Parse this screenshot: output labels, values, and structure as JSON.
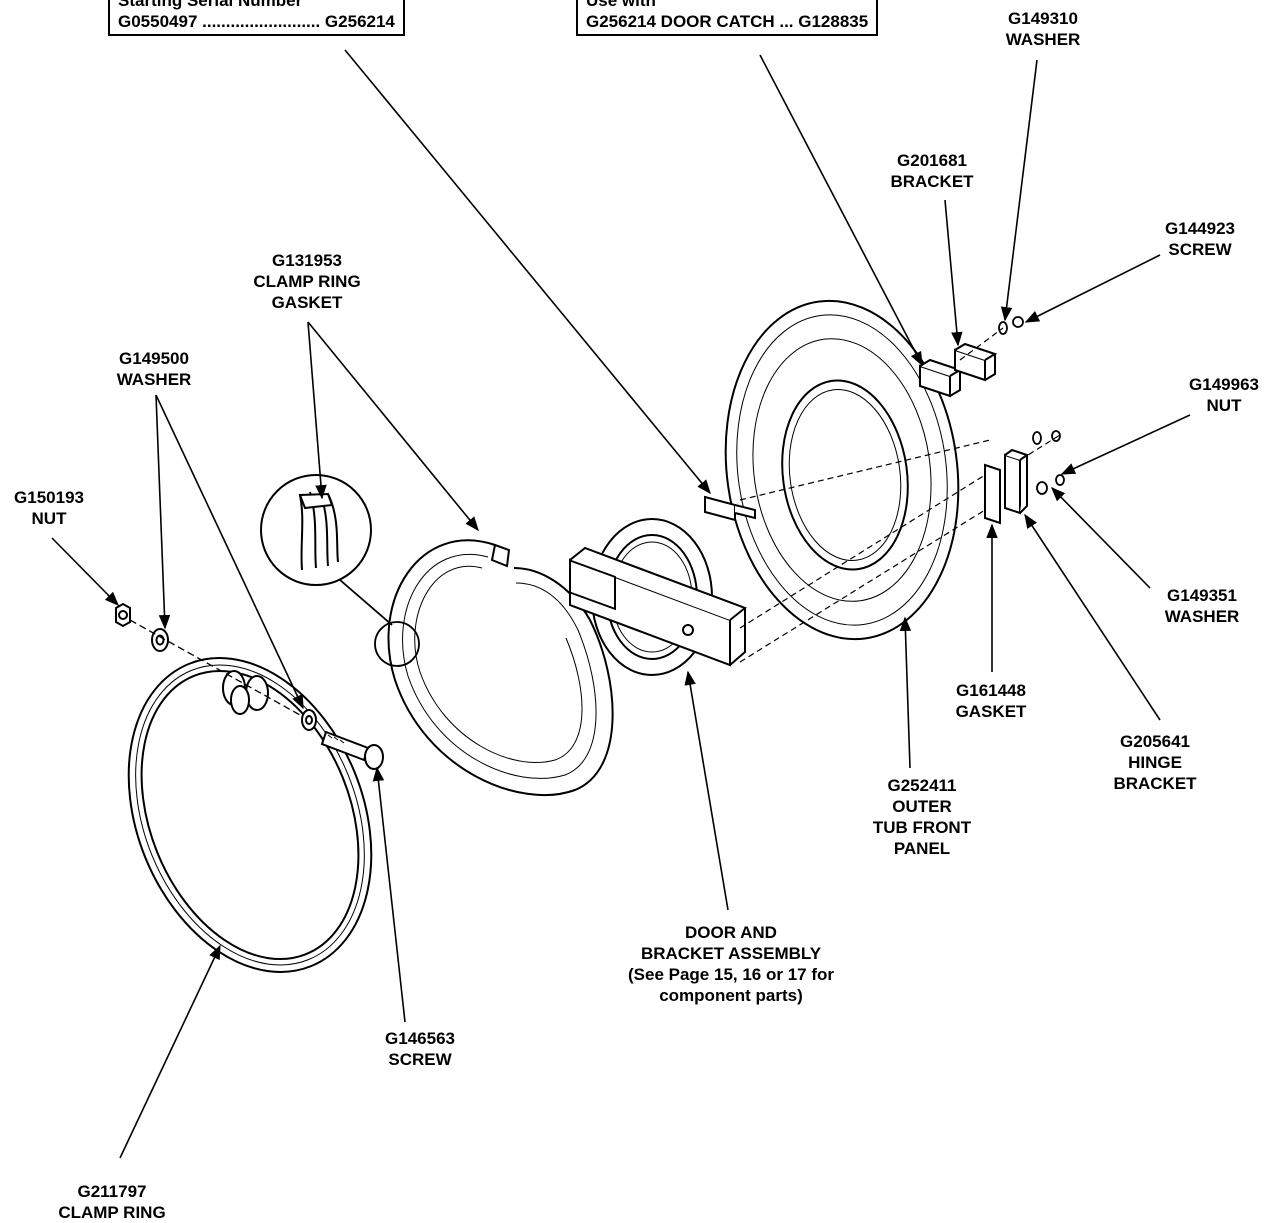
{
  "callout_boxes": {
    "serial": {
      "line1": "Starting Serial Number",
      "line2": "G0550497 ......................... G256214"
    },
    "catch": {
      "line1": "Use with",
      "line2": "G256214 DOOR CATCH ... G128835"
    }
  },
  "labels": {
    "washer_g149310": [
      "G149310",
      "WASHER"
    ],
    "bracket_g201681": [
      "G201681",
      "BRACKET"
    ],
    "screw_g144923": [
      "G144923",
      "SCREW"
    ],
    "gasket_g131953": [
      "G131953",
      "CLAMP RING",
      "GASKET"
    ],
    "washer_g149500": [
      "G149500",
      "WASHER"
    ],
    "nut_g149963": [
      "G149963",
      "NUT"
    ],
    "nut_g150193": [
      "G150193",
      "NUT"
    ],
    "washer_g149351": [
      "G149351",
      "WASHER"
    ],
    "gasket_g161448": [
      "G161448",
      "GASKET"
    ],
    "hinge_g205641": [
      "G205641",
      "HINGE",
      "BRACKET"
    ],
    "panel_g252411": [
      "G252411",
      "OUTER",
      "TUB FRONT",
      "PANEL"
    ],
    "door_assembly": [
      "DOOR AND",
      "BRACKET ASSEMBLY",
      "(See Page 15, 16 or 17 for",
      "component parts)"
    ],
    "screw_g146563": [
      "G146563",
      "SCREW"
    ],
    "clamp_ring_g211797": [
      "G211797",
      "CLAMP RING"
    ]
  }
}
